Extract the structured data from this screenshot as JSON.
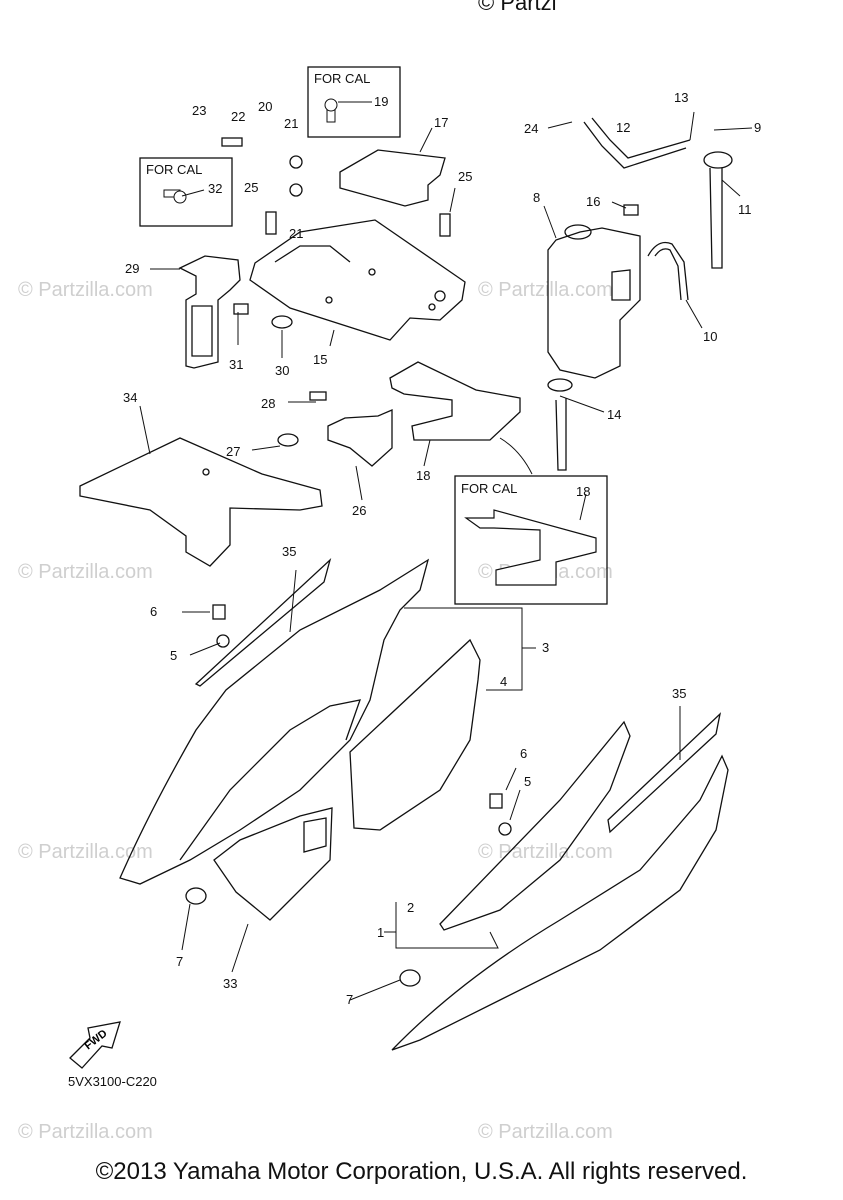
{
  "header_mark": "© Partzi",
  "box_label": "FOR CAL",
  "watermark": "© Partzilla.com",
  "fwd_label": "FWD",
  "diagram_code": "5VX3100-C220",
  "copyright": "©2013 Yamaha Motor Corporation, U.S.A. All rights reserved.",
  "callouts": [
    "1",
    "2",
    "3",
    "4",
    "5",
    "5",
    "6",
    "6",
    "7",
    "7",
    "8",
    "9",
    "10",
    "11",
    "12",
    "13",
    "14",
    "15",
    "16",
    "17",
    "18",
    "18",
    "19",
    "20",
    "21",
    "21",
    "22",
    "23",
    "24",
    "25",
    "25",
    "26",
    "27",
    "28",
    "29",
    "30",
    "31",
    "32",
    "33",
    "34",
    "35",
    "35"
  ]
}
